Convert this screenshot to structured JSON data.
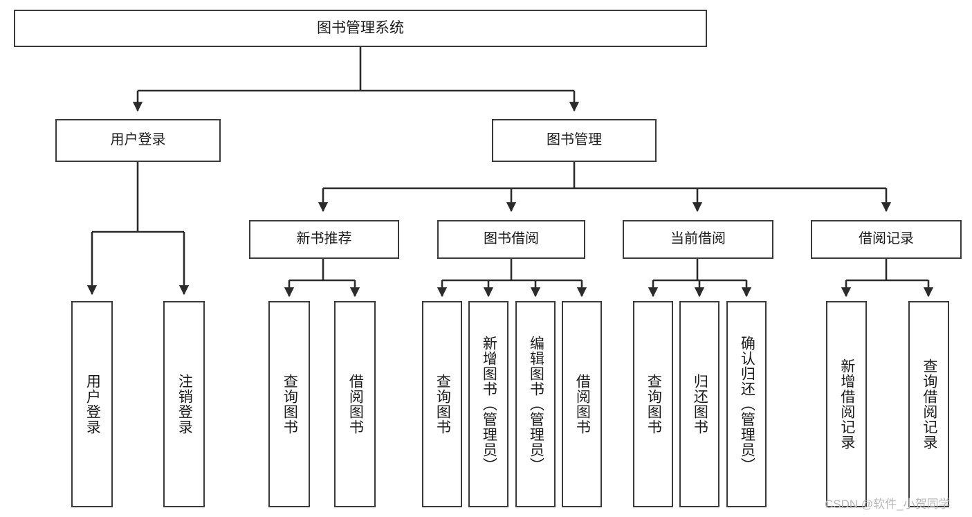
{
  "diagram": {
    "title": "图书管理系统",
    "type": "tree-hierarchy-diagram",
    "colors": {
      "node_border": "#3a3a3a",
      "node_fill": "#ffffff",
      "edge": "#2b2b2b",
      "text": "#1b1b1b",
      "watermark": "#b9b9b9",
      "background": "#ffffff"
    },
    "nodes": {
      "root": {
        "label": "图书管理系统"
      },
      "level1": [
        {
          "label": "用户登录"
        },
        {
          "label": "图书管理"
        }
      ],
      "level2": [
        {
          "label": "新书推荐"
        },
        {
          "label": "图书借阅"
        },
        {
          "label": "当前借阅"
        },
        {
          "label": "借阅记录"
        }
      ],
      "leaves": {
        "user_login": [
          {
            "label": "用户登录"
          },
          {
            "label": "注销登录"
          }
        ],
        "new_book_recommend": [
          {
            "label": "查询图书"
          },
          {
            "label": "借阅图书"
          }
        ],
        "book_borrow": [
          {
            "label": "查询图书"
          },
          {
            "label": "新增图书（管理员）"
          },
          {
            "label": "编辑图书（管理员）"
          },
          {
            "label": "借阅图书"
          }
        ],
        "current_borrow": [
          {
            "label": "查询图书"
          },
          {
            "label": "归还图书"
          },
          {
            "label": "确认归还（管理员）"
          }
        ],
        "borrow_record": [
          {
            "label": "新增借阅记录"
          },
          {
            "label": "查询借阅记录"
          }
        ]
      }
    },
    "watermark": "CSDN @软件_小贺同学"
  }
}
